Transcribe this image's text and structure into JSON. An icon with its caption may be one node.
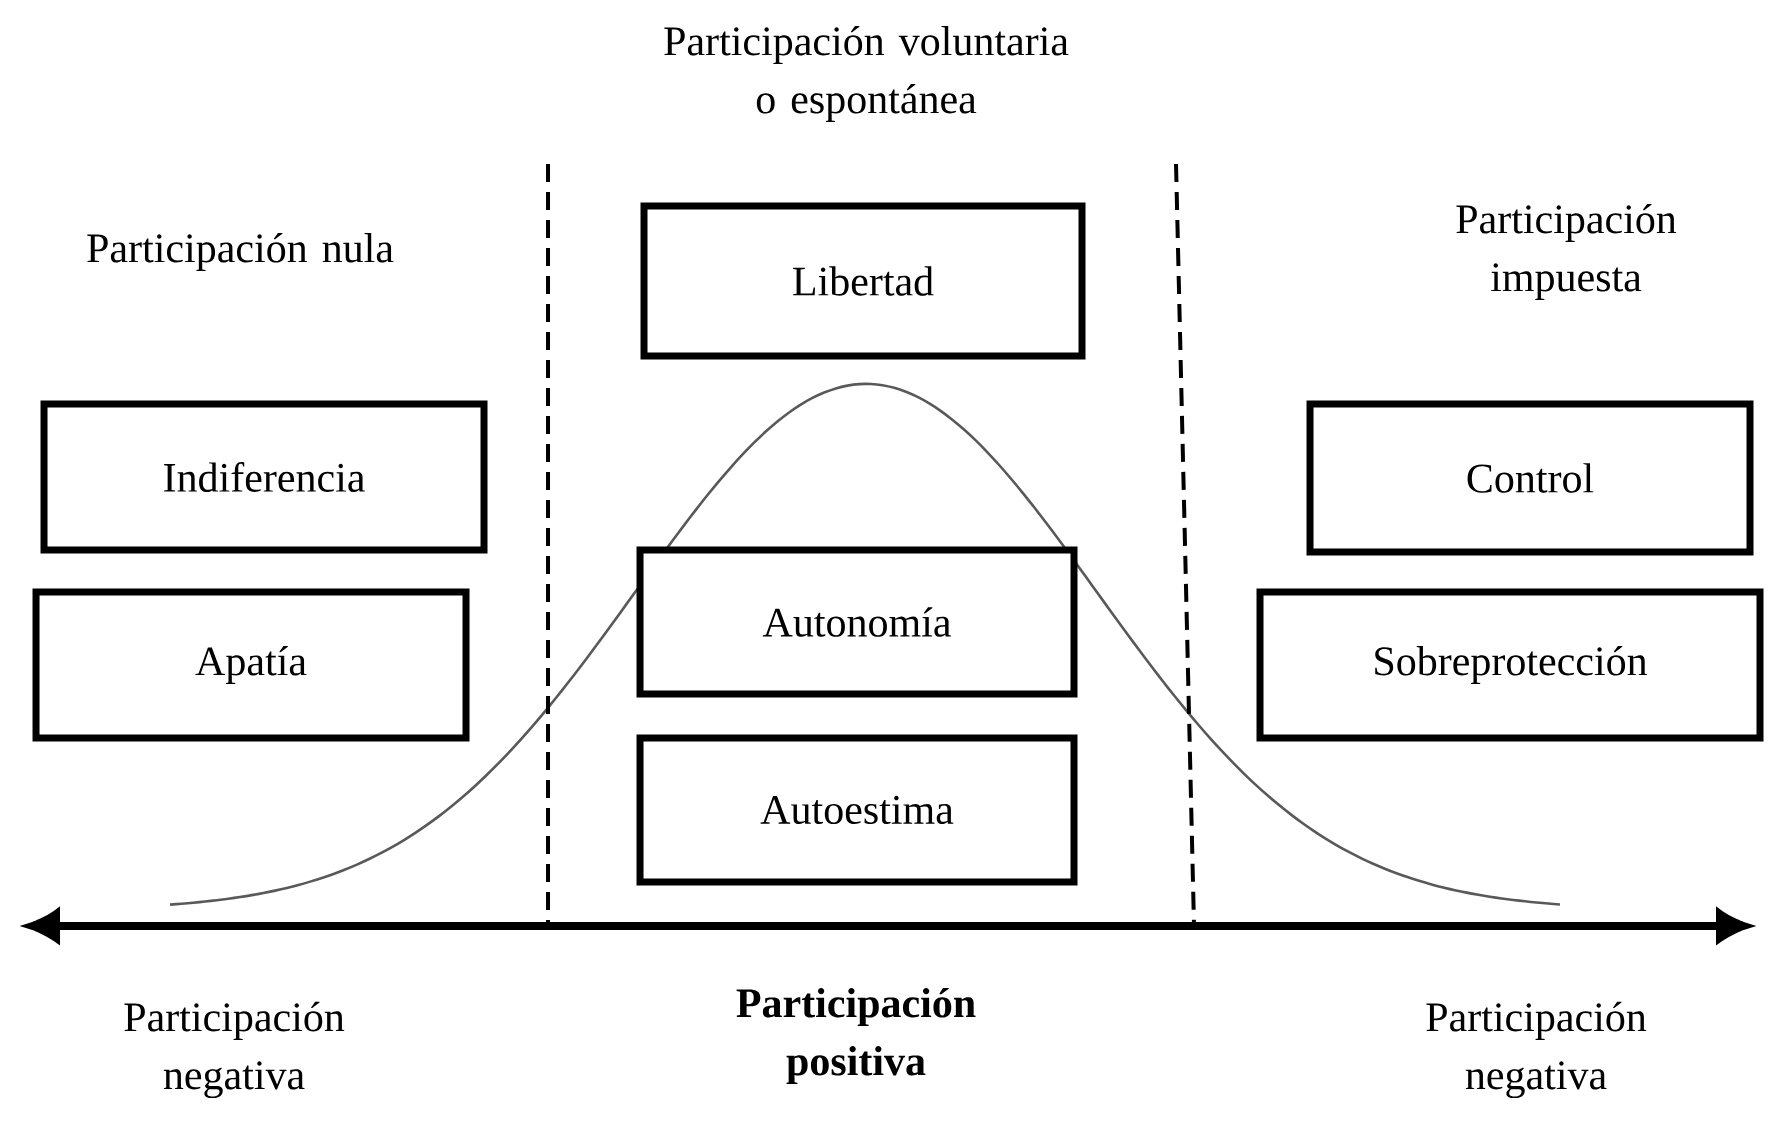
{
  "diagram": {
    "nodes": [
      {
        "text": [
          "Libertad"
        ]
      },
      {
        "text": [
          "Indiferencia"
        ]
      },
      {
        "text": [
          "Control"
        ]
      },
      {
        "text": [
          "Autonomía"
        ]
      },
      {
        "text": [
          "Apatía"
        ]
      },
      {
        "text": [
          "Sobreprotección"
        ]
      },
      {
        "text": [
          "Autoestima"
        ]
      }
    ],
    "labels": [
      "Participación voluntaria o espontánea",
      "Participación nula",
      "Participación impuesta",
      "Participación negativa",
      "**Participación positiva**",
      "Participación negativa"
    ]
  }
}
